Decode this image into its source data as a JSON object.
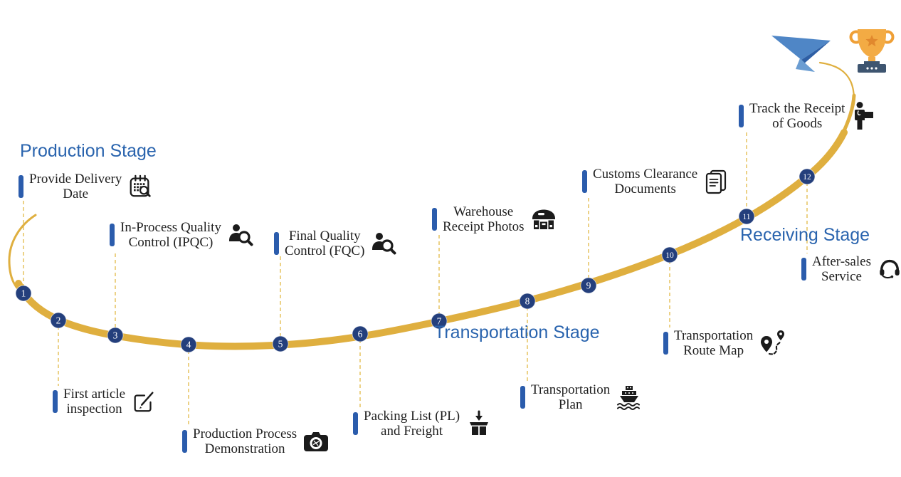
{
  "stage_headings": [
    {
      "label": "Production Stage"
    },
    {
      "label": "Transportation Stage"
    },
    {
      "label": "Receiving Stage"
    }
  ],
  "milestones": [
    {
      "num": "1",
      "line1": "Provide Delivery",
      "line2": "Date",
      "icon": "calendar-search-icon"
    },
    {
      "num": "2",
      "line1": "First article",
      "line2": "inspection",
      "icon": "pencil-square-icon"
    },
    {
      "num": "3",
      "line1": "In-Process Quality",
      "line2": "Control (IPQC)",
      "icon": "person-magnifier-icon"
    },
    {
      "num": "4",
      "line1": "Production Process",
      "line2": "Demonstration",
      "icon": "camera-icon"
    },
    {
      "num": "5",
      "line1": "Final Quality",
      "line2": "Control (FQC)",
      "icon": "person-magnifier-icon"
    },
    {
      "num": "6",
      "line1": "Packing List (PL)",
      "line2": "and Freight",
      "icon": "packing-box-icon"
    },
    {
      "num": "7",
      "line1": "Warehouse",
      "line2": "Receipt Photos",
      "icon": "warehouse-icon"
    },
    {
      "num": "8",
      "line1": "Transportation",
      "line2": "Plan",
      "icon": "cargo-ship-icon"
    },
    {
      "num": "9",
      "line1": "Customs Clearance",
      "line2": "Documents",
      "icon": "documents-icon"
    },
    {
      "num": "10",
      "line1": "Transportation",
      "line2": "Route Map",
      "icon": "route-map-icon"
    },
    {
      "num": "11",
      "line1": "Track the Receipt",
      "line2": "of Goods",
      "icon": "person-package-icon"
    },
    {
      "num": "12",
      "line1": "After-sales",
      "line2": "Service",
      "icon": "headset-icon"
    }
  ],
  "end_icons": {
    "finish_plane": "paper-plane-icon",
    "finish_trophy": "trophy-icon"
  },
  "colors": {
    "curve_gold": "#dfaf3f",
    "dash_gold": "#e7c669",
    "node_navy": "#243f7c",
    "marker_blue": "#2b5cac",
    "heading_blue": "#2a64ae",
    "icon_black": "#1b1b1b",
    "plane_blue": "#4f86c6",
    "plane_dark": "#2e5fa5",
    "plane_light": "#6b9dd2",
    "trophy_orange": "#f3ab44",
    "trophy_star": "#e1882d",
    "trophy_base": "#3e5570",
    "label_text": "#1f1f1f",
    "number_white": "#ffffff"
  }
}
